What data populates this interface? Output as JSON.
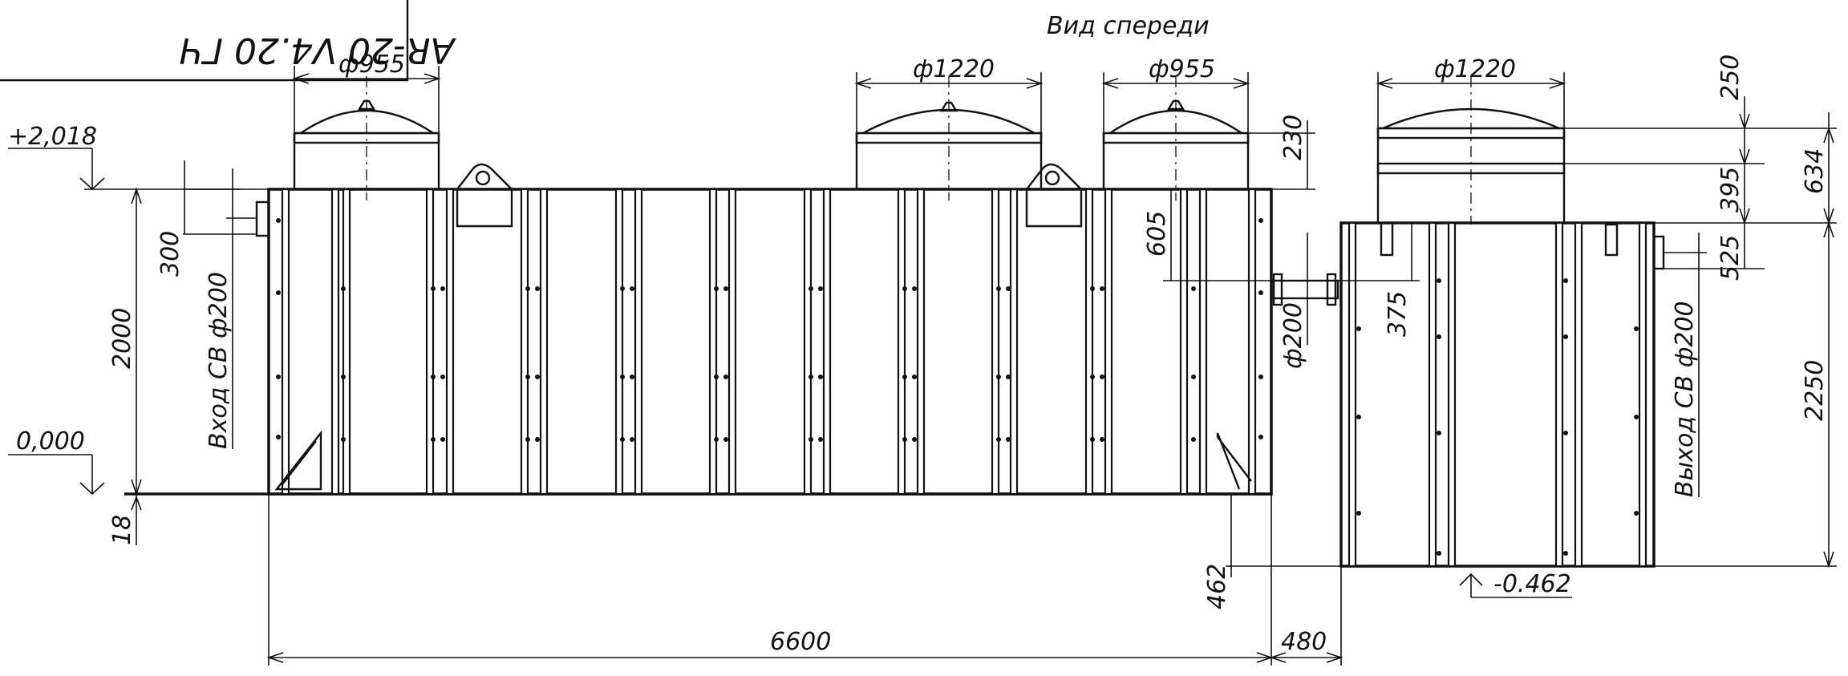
{
  "title_stamp": {
    "text": "AR-20 V4.20 ГЧ"
  },
  "view_title": "Вид спереди",
  "levels": {
    "top": "+2,018",
    "ground": "0,000",
    "bottom_right": "-0.462"
  },
  "dimensions": {
    "main_length": "6600",
    "gap": "480",
    "height_main": "2000",
    "base": "18",
    "inlet_offset": "300",
    "inlet_label": "Вход СВ ф200",
    "dia_left_hatch": "ф955",
    "dia_mid_hatch": "ф1220",
    "dia_right_hatch": "ф955",
    "dia_second_tank": "ф1220",
    "neck_230": "230",
    "offset_605": "605",
    "pipe_dia": "ф200",
    "offset_375": "375",
    "depth_462": "462",
    "dome_250": "250",
    "neck_395": "395",
    "total_634": "634",
    "outlet_525": "525",
    "outlet_label": "Выход СВ ф200",
    "height_2250": "2250"
  }
}
